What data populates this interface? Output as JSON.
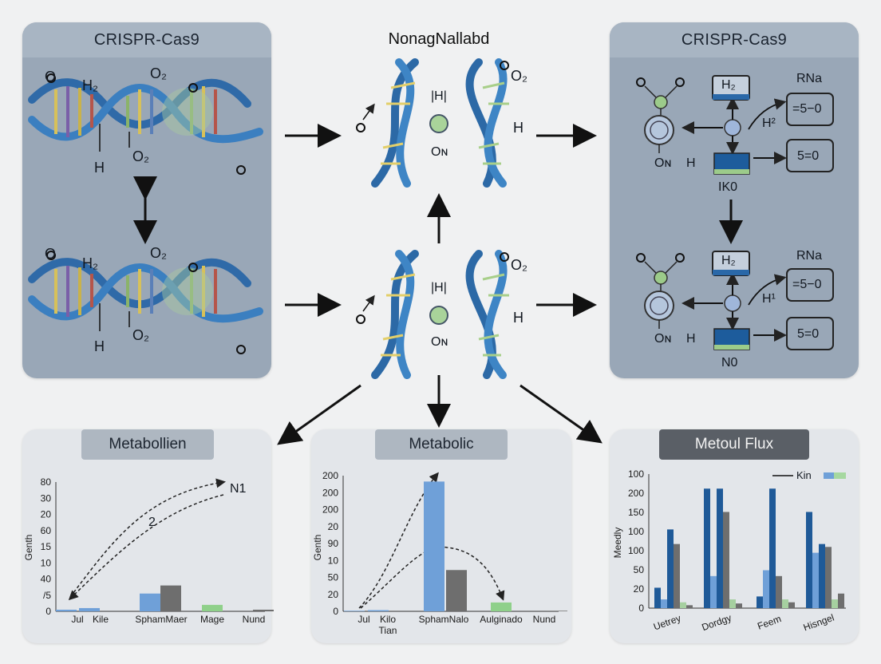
{
  "header": {
    "center_title": "NonagNallabd"
  },
  "panels": {
    "top_left": {
      "title": "CRISPR-Cas9"
    },
    "top_right": {
      "title": "CRISPR-Cas9"
    }
  },
  "molecule_labels": {
    "h2": "H₂",
    "o2": "O₂",
    "h": "H",
    "o": "O",
    "hi": "|H|",
    "on": "Oɴ",
    "o_n": "Oɴ",
    "rna": "RNa",
    "eq1": "=5−0",
    "eq2": "5=0",
    "h_sup2": "H²",
    "h_sup1": "H¹",
    "iko": "IK0",
    "n0": "N0"
  },
  "charts": [
    {
      "title": "Metabollien",
      "chart_data": {
        "type": "bar",
        "y_ticks": [
          "80",
          "30",
          "20",
          "60",
          "15",
          "10",
          "40",
          "/5",
          "0"
        ],
        "ylabel": "Genth",
        "categories": [
          "Jul",
          "Kile",
          "SphamMaer",
          "Mage",
          "Nund"
        ],
        "series": [
          {
            "values": [
              1,
              2,
              11,
              0,
              0
            ]
          },
          {
            "values": [
              0,
              0,
              16,
              0,
              1
            ]
          },
          {
            "values": [
              0,
              0,
              0,
              4,
              0
            ]
          }
        ],
        "annotations": [
          "N1",
          "2"
        ]
      }
    },
    {
      "title": "Metabolic",
      "chart_data": {
        "type": "bar",
        "y_ticks": [
          "200",
          "200",
          "200",
          "20",
          "90",
          "10",
          "50",
          "20",
          "0"
        ],
        "ylabel": "Genth",
        "categories": [
          "Jul",
          "Kilo\nTian",
          "SphamNalo",
          "Aulginado",
          "Nund"
        ],
        "series": [
          {
            "values": [
              1,
              2,
              220,
              0,
              0
            ]
          },
          {
            "values": [
              0,
              0,
              70,
              0,
              1
            ]
          },
          {
            "values": [
              0,
              0,
              0,
              15,
              0
            ]
          }
        ]
      }
    },
    {
      "title": "Metoul Flux",
      "chart_data": {
        "type": "bar",
        "y_ticks": [
          "100",
          "200",
          "150",
          "100",
          "100",
          "50",
          "20",
          "0"
        ],
        "ylabel": "Meedly",
        "categories": [
          "Uetrey",
          "Dordgy",
          "Feem",
          "Hisngel"
        ],
        "legend": [
          "Kin"
        ],
        "legend_position": "top-right",
        "series": [
          {
            "values": [
              35,
              205,
              20,
              165
            ]
          },
          {
            "values": [
              15,
              55,
              65,
              95
            ]
          },
          {
            "values": [
              135,
              205,
              205,
              110
            ]
          },
          {
            "values": [
              110,
              165,
              55,
              105
            ]
          },
          {
            "values": [
              10,
              15,
              15,
              15
            ]
          },
          {
            "values": [
              5,
              8,
              10,
              25
            ]
          }
        ]
      }
    }
  ]
}
